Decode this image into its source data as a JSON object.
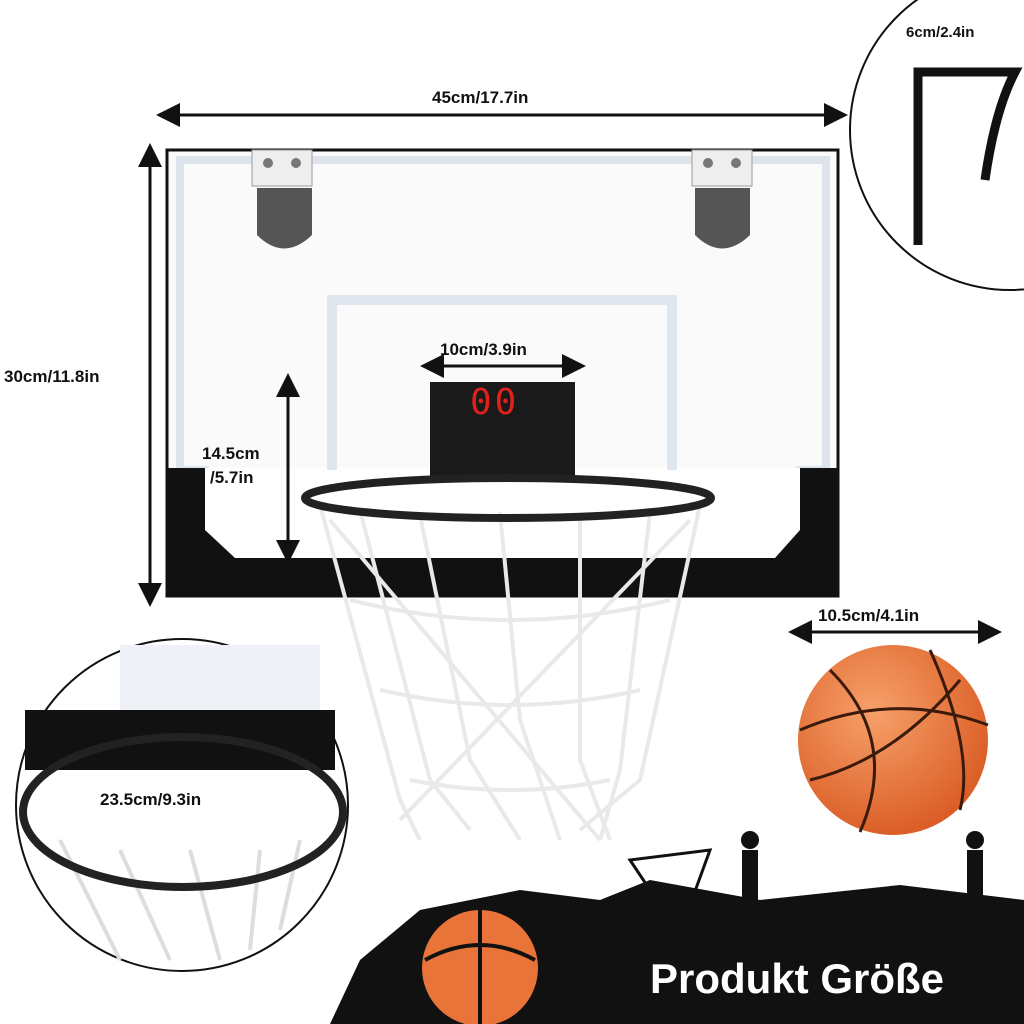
{
  "dimensions": {
    "board_width": "45cm/17.7in",
    "board_height": "30cm/11.8in",
    "hook_width": "6cm/2.4in",
    "scoreboard_width": "10cm/3.9in",
    "rim_height_line1": "14.5cm",
    "rim_height_line2": "/5.7in",
    "ball_diameter": "10.5cm/4.1in",
    "rim_diameter": "23.5cm/9.3in"
  },
  "scoreboard": {
    "display": "00",
    "digit_color": "#e0201a"
  },
  "banner": {
    "title": "Produkt Größe"
  },
  "colors": {
    "ball": "#e8743a",
    "board_frame": "#111111"
  }
}
